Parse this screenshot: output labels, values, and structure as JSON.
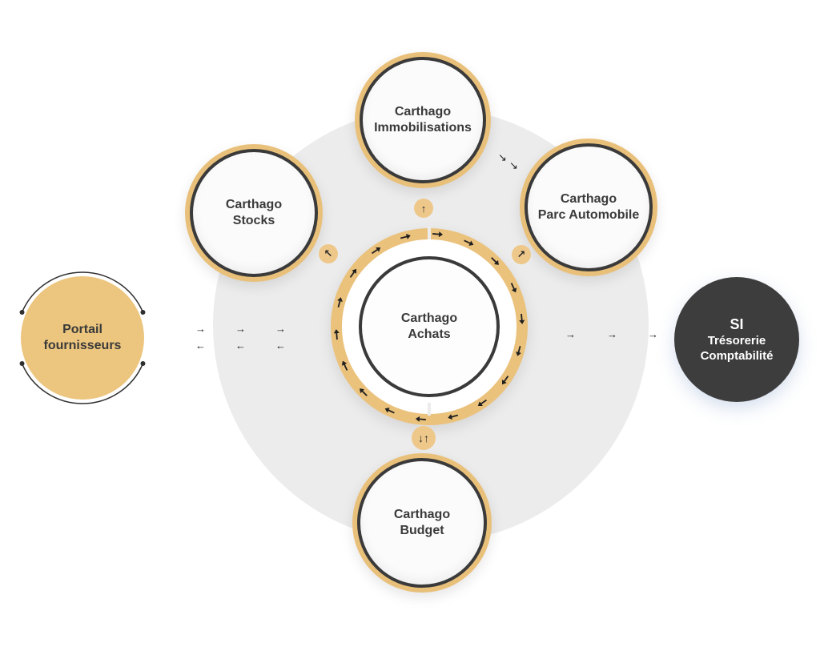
{
  "nodes": {
    "immobilisations": {
      "line1": "Carthago",
      "line2": "Immobilisations"
    },
    "stocks": {
      "line1": "Carthago",
      "line2": "Stocks"
    },
    "parc": {
      "line1": "Carthago",
      "line2": "Parc Automobile"
    },
    "achats": {
      "line1": "Carthago",
      "line2": "Achats"
    },
    "budget": {
      "line1": "Carthago",
      "line2": "Budget"
    },
    "portail": {
      "line1": "Portail",
      "line2": "fournisseurs"
    },
    "si": {
      "line1": "SI",
      "line2": "Trésorerie",
      "line3": "Comptabilité"
    }
  },
  "badges": {
    "immobilisations": "↑",
    "stocks": "↖",
    "parc": "↗",
    "budget": "↓↑"
  },
  "glyphs": {
    "right": "→",
    "left": "←",
    "diag": "↘"
  },
  "colors": {
    "gold": "#e9c07a",
    "dark": "#3a3a3a",
    "disc": "#ececec",
    "si": "#3d3d3d"
  }
}
